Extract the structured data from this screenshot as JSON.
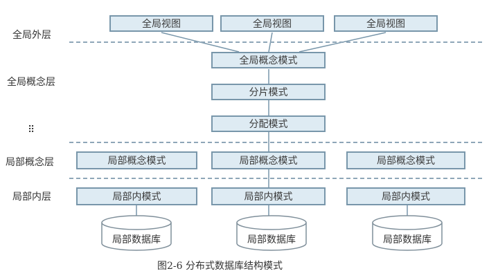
{
  "layer_labels": [
    "全局外层",
    "全局概念层",
    "⠿",
    "局部概念层",
    "局部内层"
  ],
  "global_views": [
    "全局视图",
    "全局视图",
    "全局视图"
  ],
  "global_schema": "全局概念模式",
  "fragment_schema": "分片模式",
  "allocation_schema": "分配模式",
  "local_concept": [
    "局部概念模式",
    "局部概念模式",
    "局部概念模式"
  ],
  "local_internal": [
    "局部内模式",
    "局部内模式",
    "局部内模式"
  ],
  "local_db": [
    "局部数据库",
    "局部数据库",
    "局部数据库"
  ],
  "caption": "图2-6   分布式数据库结构模式",
  "colors": {
    "box_fill": "#deebf3",
    "box_border": "#7896aa",
    "dash": "#8ea6b8"
  }
}
